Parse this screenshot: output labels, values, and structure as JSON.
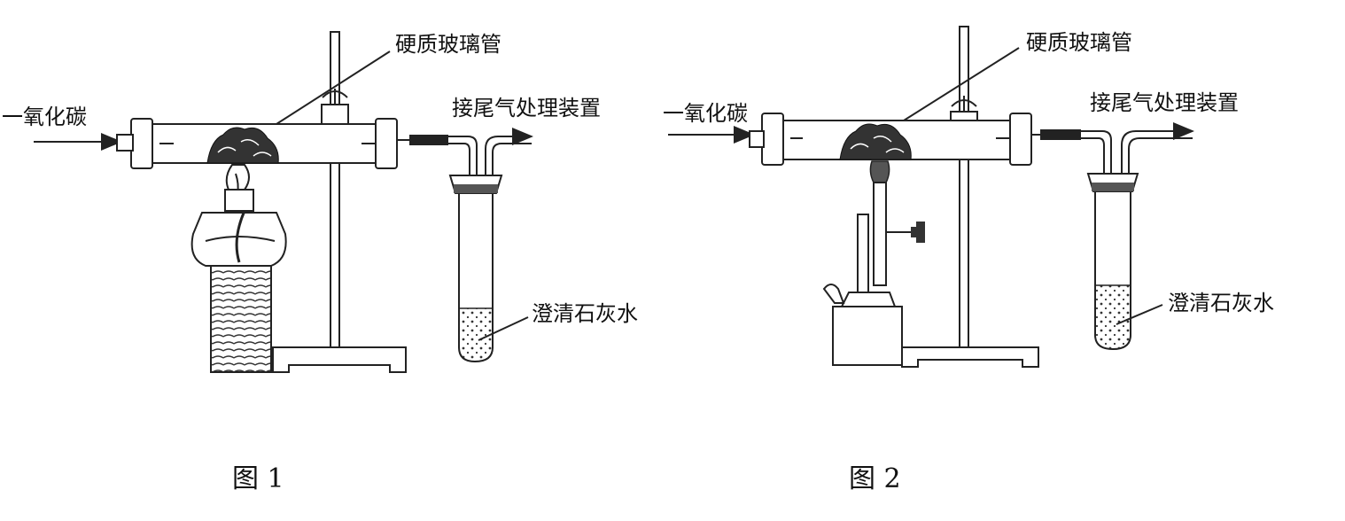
{
  "figure1": {
    "label_co": "一氧化碳",
    "label_tube": "硬质玻璃管",
    "label_exhaust": "接尾气处理装置",
    "label_limewater": "澄清石灰水",
    "caption": "图 1"
  },
  "figure2": {
    "label_co": "一氧化碳",
    "label_tube": "硬质玻璃管",
    "label_exhaust": "接尾气处理装置",
    "label_limewater": "澄清石灰水",
    "caption": "图 2"
  }
}
